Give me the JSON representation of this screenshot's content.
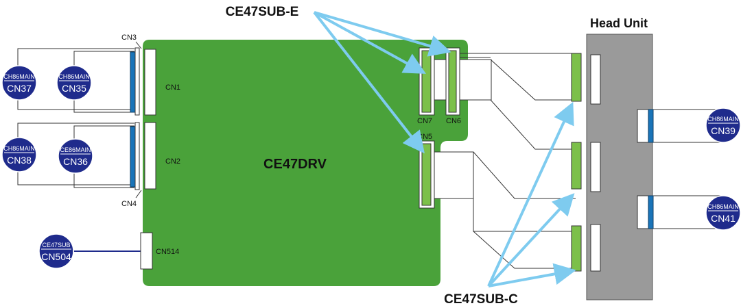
{
  "colors": {
    "board": "#4aa23a",
    "head_unit": "#9a9a9a",
    "connector_green": "#7cc04a",
    "connector_blue": "#1a74b8",
    "arrow": "#7ecbef",
    "badge": "#1f2b8c",
    "wire": "#1f2b8c"
  },
  "callouts": {
    "sub_e": "CE47SUB-E",
    "sub_c": "CE47SUB-C",
    "head_unit": "Head Unit"
  },
  "board": {
    "name": "CE47DRV"
  },
  "connectors": {
    "cn3": "CN3",
    "cn1": "CN1",
    "cn2": "CN2",
    "cn4": "CN4",
    "cn514": "CN514",
    "cn7": "CN7",
    "cn6": "CN6",
    "cn5": "CN5"
  },
  "badges": {
    "cn37": {
      "top": "CH86MAIN",
      "bottom": "CN37"
    },
    "cn35": {
      "top": "CH86MAIN",
      "bottom": "CN35"
    },
    "cn38": {
      "top": "CH86MAIN",
      "bottom": "CN38"
    },
    "cn36": {
      "top": "CE86MAIN",
      "bottom": "CN36"
    },
    "cn504": {
      "top": "CE47SUB",
      "bottom": "CN504"
    },
    "cn39": {
      "top": "CH86MAIN",
      "bottom": "CN39"
    },
    "cn41": {
      "top": "CH86MAIN",
      "bottom": "CN41"
    }
  }
}
